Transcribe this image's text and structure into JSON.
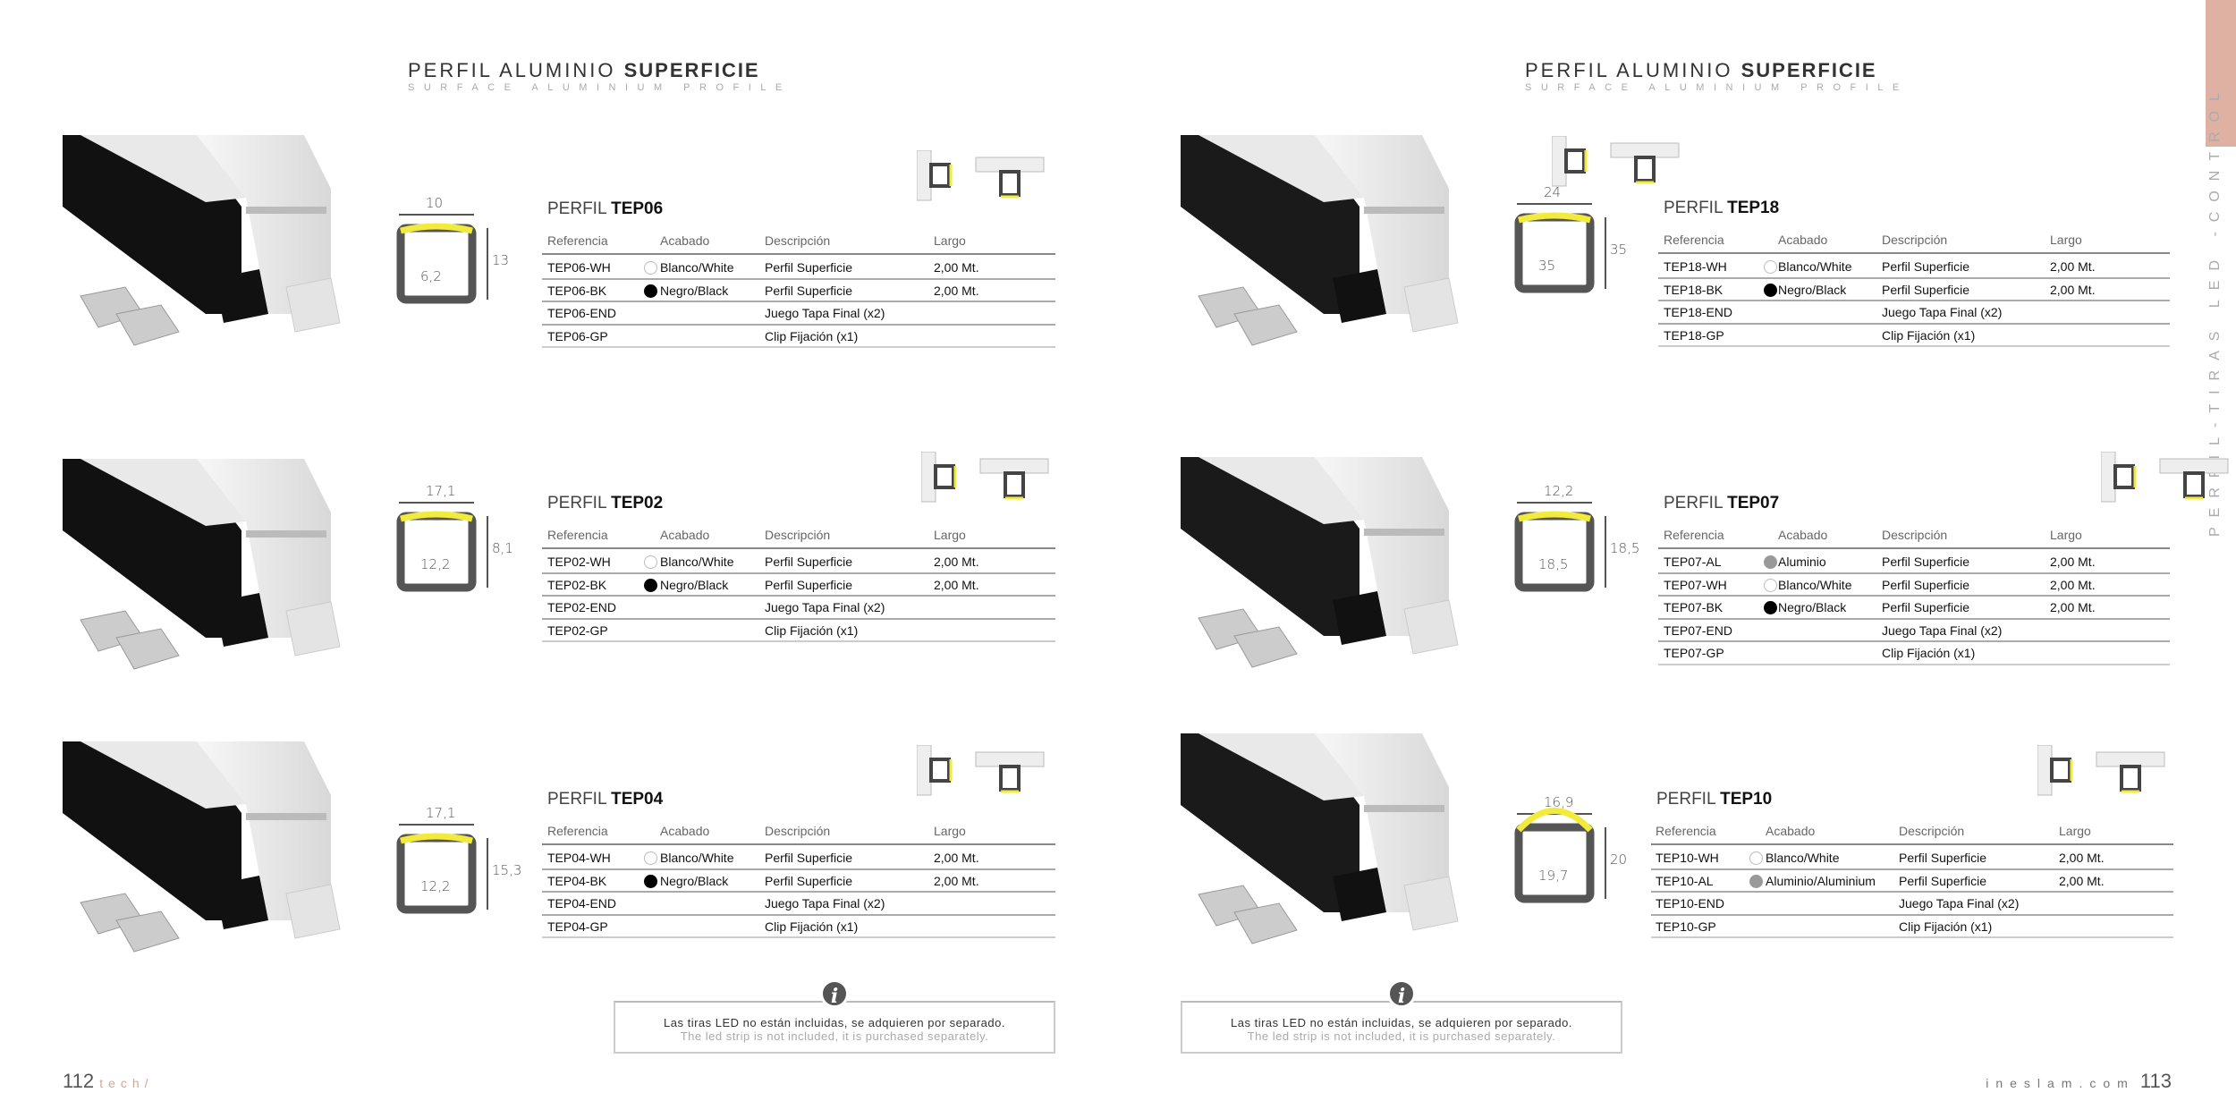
{
  "pages": {
    "left": {
      "title_light": "PERFIL ALUMINIO ",
      "title_bold": "SUPERFICIE",
      "subtitle": "SURFACE ALUMINIUM PROFILE",
      "number": "112",
      "section": "tech/"
    },
    "right": {
      "title_light": "PERFIL ALUMINIO ",
      "title_bold": "SUPERFICIE",
      "subtitle": "SURFACE ALUMINIUM PROFILE",
      "number": "113",
      "website": "ineslam.com"
    }
  },
  "side_label": "PERFIL-TIRAS LED -CONTROL",
  "colors": {
    "accent": "#dfb1a3",
    "led": "#f2ea3c",
    "white_finish": "#ffffff",
    "black_finish": "#000000",
    "aluminium_finish": "#999999"
  },
  "table_headers": [
    "Referencia",
    "Acabado",
    "Descripción",
    "Largo"
  ],
  "title_prefix": "PERFIL ",
  "products": [
    {
      "model": "TEP06",
      "dims": [
        "10",
        "13",
        "6,2"
      ],
      "rows": [
        {
          "ref": "TEP06-WH",
          "finish": "white",
          "finish_label": "Blanco/White",
          "desc": "Perfil Superficie",
          "length": "2,00 Mt."
        },
        {
          "ref": "TEP06-BK",
          "finish": "black",
          "finish_label": "Negro/Black",
          "desc": "Perfil Superficie",
          "length": "2,00 Mt."
        },
        {
          "ref": "TEP06-END",
          "finish": "",
          "finish_label": "",
          "desc": "Juego Tapa Final (x2)",
          "length": ""
        },
        {
          "ref": "TEP06-GP",
          "finish": "",
          "finish_label": "",
          "desc": "Clip Fijación (x1)",
          "length": ""
        }
      ]
    },
    {
      "model": "TEP02",
      "dims": [
        "17,1",
        "8,1",
        "12,2"
      ],
      "rows": [
        {
          "ref": "TEP02-WH",
          "finish": "white",
          "finish_label": "Blanco/White",
          "desc": "Perfil Superficie",
          "length": "2,00 Mt."
        },
        {
          "ref": "TEP02-BK",
          "finish": "black",
          "finish_label": "Negro/Black",
          "desc": "Perfil Superficie",
          "length": "2,00 Mt."
        },
        {
          "ref": "TEP02-END",
          "finish": "",
          "finish_label": "",
          "desc": "Juego Tapa Final (x2)",
          "length": ""
        },
        {
          "ref": "TEP02-GP",
          "finish": "",
          "finish_label": "",
          "desc": "Clip Fijación (x1)",
          "length": ""
        }
      ]
    },
    {
      "model": "TEP04",
      "dims": [
        "17,1",
        "15,3",
        "12,2"
      ],
      "rows": [
        {
          "ref": "TEP04-WH",
          "finish": "white",
          "finish_label": "Blanco/White",
          "desc": "Perfil Superficie",
          "length": "2,00 Mt."
        },
        {
          "ref": "TEP04-BK",
          "finish": "black",
          "finish_label": "Negro/Black",
          "desc": "Perfil Superficie",
          "length": "2,00 Mt."
        },
        {
          "ref": "TEP04-END",
          "finish": "",
          "finish_label": "",
          "desc": "Juego Tapa Final (x2)",
          "length": ""
        },
        {
          "ref": "TEP04-GP",
          "finish": "",
          "finish_label": "",
          "desc": "Clip Fijación (x1)",
          "length": ""
        }
      ]
    },
    {
      "model": "TEP18",
      "dims": [
        "24",
        "35",
        "35"
      ],
      "rows": [
        {
          "ref": "TEP18-WH",
          "finish": "white",
          "finish_label": "Blanco/White",
          "desc": "Perfil Superficie",
          "length": "2,00 Mt."
        },
        {
          "ref": "TEP18-BK",
          "finish": "black",
          "finish_label": "Negro/Black",
          "desc": "Perfil Superficie",
          "length": "2,00 Mt."
        },
        {
          "ref": "TEP18-END",
          "finish": "",
          "finish_label": "",
          "desc": "Juego Tapa Final (x2)",
          "length": ""
        },
        {
          "ref": "TEP18-GP",
          "finish": "",
          "finish_label": "",
          "desc": "Clip Fijación (x1)",
          "length": ""
        }
      ]
    },
    {
      "model": "TEP07",
      "dims": [
        "12,2",
        "18,5",
        "18,5"
      ],
      "rows": [
        {
          "ref": "TEP07-AL",
          "finish": "aluminium",
          "finish_label": "Aluminio",
          "desc": "Perfil Superficie",
          "length": "2,00 Mt."
        },
        {
          "ref": "TEP07-WH",
          "finish": "white",
          "finish_label": "Blanco/White",
          "desc": "Perfil Superficie",
          "length": "2,00 Mt."
        },
        {
          "ref": "TEP07-BK",
          "finish": "black",
          "finish_label": "Negro/Black",
          "desc": "Perfil Superficie",
          "length": "2,00 Mt."
        },
        {
          "ref": "TEP07-END",
          "finish": "",
          "finish_label": "",
          "desc": "Juego Tapa Final (x2)",
          "length": ""
        },
        {
          "ref": "TEP07-GP",
          "finish": "",
          "finish_label": "",
          "desc": "Clip Fijación (x1)",
          "length": ""
        }
      ]
    },
    {
      "model": "TEP10",
      "dims": [
        "16,9",
        "20",
        "19,7"
      ],
      "rows": [
        {
          "ref": "TEP10-WH",
          "finish": "white",
          "finish_label": "Blanco/White",
          "desc": "Perfil Superficie",
          "length": "2,00 Mt."
        },
        {
          "ref": "TEP10-AL",
          "finish": "aluminium",
          "finish_label": "Aluminio/Aluminium",
          "desc": "Perfil Superficie",
          "length": "2,00 Mt."
        },
        {
          "ref": "TEP10-END",
          "finish": "",
          "finish_label": "",
          "desc": "Juego Tapa Final (x2)",
          "length": ""
        },
        {
          "ref": "TEP10-GP",
          "finish": "",
          "finish_label": "",
          "desc": "Clip Fijación (x1)",
          "length": ""
        }
      ]
    }
  ],
  "notice": {
    "icon": "info-icon",
    "es": "Las tiras LED no están incluidas, se adquieren por separado.",
    "en": "The led strip is not included, it is purchased separately."
  }
}
